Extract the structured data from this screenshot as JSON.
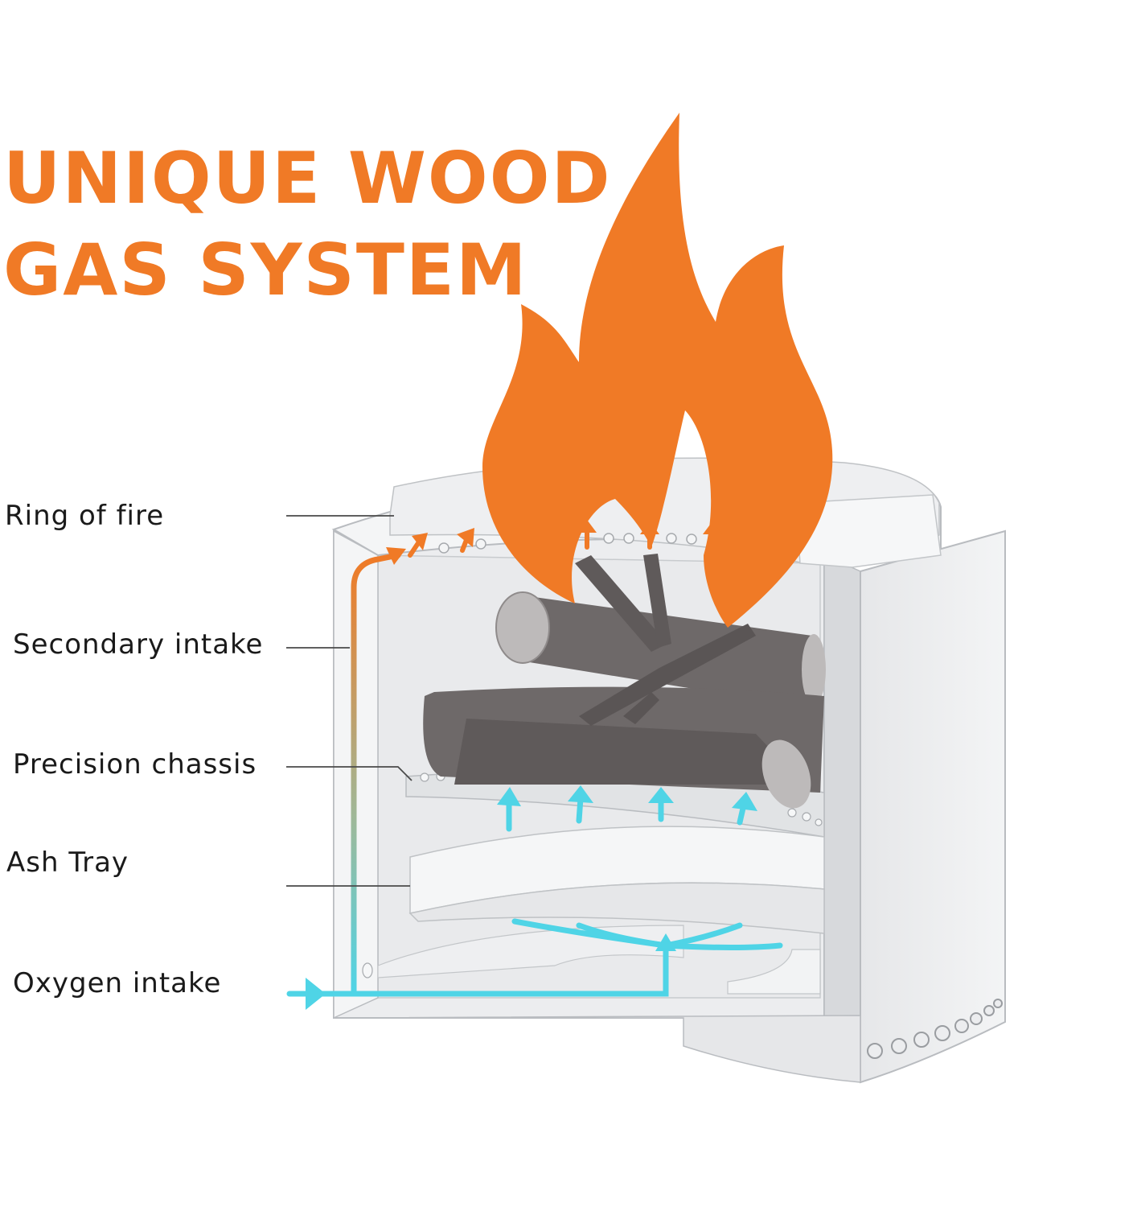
{
  "title_lines": [
    "UNIQUE WOOD",
    "GAS SYSTEM"
  ],
  "labels": [
    {
      "id": "ring-of-fire",
      "text": "Ring of fire"
    },
    {
      "id": "secondary-intake",
      "text": "Secondary intake"
    },
    {
      "id": "precision-chassis",
      "text": "Precision chassis"
    },
    {
      "id": "ash-tray",
      "text": "Ash Tray"
    },
    {
      "id": "oxygen-intake",
      "text": "Oxygen intake"
    }
  ],
  "colors": {
    "accent_orange": "#F07A26",
    "airflow_cyan": "#4FD4E6",
    "steel_light": "#ECEDEF",
    "steel_mid": "#D7D9DC",
    "steel_outline": "#B9BCC0",
    "log_dark": "#6E6969",
    "log_end": "#BDBABA"
  },
  "icons": [
    "flame-icon",
    "log-icon",
    "arrow-up-icon",
    "arrow-right-icon"
  ]
}
